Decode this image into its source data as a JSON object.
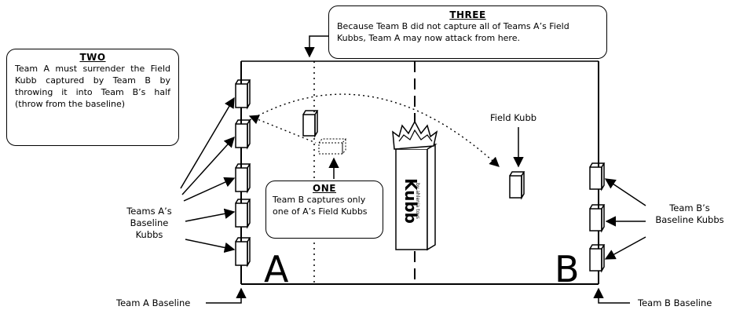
{
  "callouts": {
    "two": {
      "heading": "TWO",
      "body": "Team A must surrender the Field Kubb captured by Team B by throwing it into Team B’s half (throw from the baseline)"
    },
    "three": {
      "heading": "THREE",
      "body": "Because Team B did not capture all of Teams A’s Field Kubbs, Team A may now attack from here."
    },
    "one": {
      "heading": "ONE",
      "body": "Team B captures only one of A’s Field Kubbs"
    }
  },
  "labels": {
    "field_kubb": "Field Kubb",
    "teams_a_baseline_kubbs": [
      "Teams A’s",
      "Baseline",
      "Kubbs"
    ],
    "team_b_baseline_kubbs": [
      "Team B’s",
      "Baseline Kubbs"
    ],
    "team_a_baseline": "Team A Baseline",
    "team_b_baseline": "Team B Baseline",
    "half_a": "A",
    "half_b": "B",
    "king_text": "Kubb",
    "king_subtext": "by ahlenia toys"
  },
  "colors": {
    "stroke": "#000000",
    "background": "#ffffff",
    "kubb_fill": "#ffffff"
  }
}
